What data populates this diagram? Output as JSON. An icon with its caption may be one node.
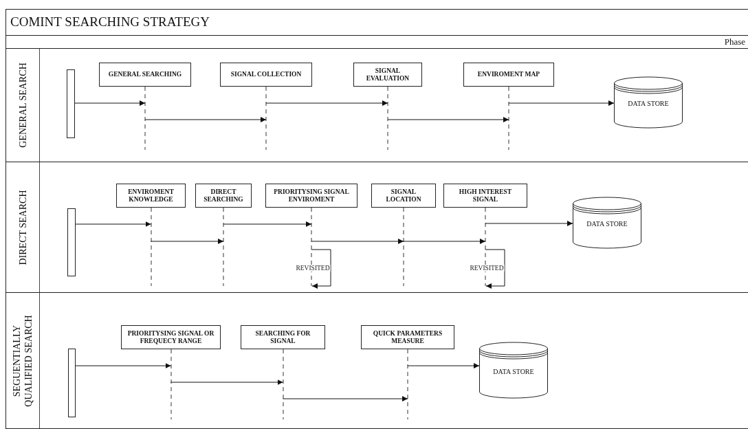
{
  "diagram": {
    "title": "COMINT SEARCHING STRATEGY",
    "nodes": [
      {
        "text": [
          "GENERAL SEARCH"
        ]
      },
      {
        "text": [],
        "shape": "bar",
        "in": 0
      },
      {
        "text": [
          "GENERAL SEARCHING"
        ],
        "in": 0
      },
      {
        "text": [
          "SIGNAL COLLECTION"
        ],
        "in": 0
      },
      {
        "text": [
          "SIGNAL EVALUATION"
        ],
        "in": 0
      },
      {
        "text": [
          "ENVIROMENT MAP"
        ],
        "in": 0
      },
      {
        "text": [
          "DATA STORE"
        ],
        "in": 0
      },
      {
        "text": [
          "DIRECT SEARCH"
        ]
      },
      {
        "text": [],
        "shape": "bar",
        "in": 7
      },
      {
        "text": [
          "ENVIROMENT KNOWLEDGE"
        ],
        "in": 7
      },
      {
        "text": [
          "DIRECT SEARCHING"
        ],
        "in": 7
      },
      {
        "text": [
          "PRIORITYSING SIGNAL ENVIROMENT"
        ],
        "in": 7
      },
      {
        "text": [
          "SIGNAL LOCATION"
        ],
        "in": 7
      },
      {
        "text": [
          "HIGH INTEREST SIGNAL"
        ],
        "in": 7
      },
      {
        "text": [
          "DATA STORE"
        ],
        "in": 7
      },
      {
        "text": [
          "SEGUENTIALLY QUALIFIED SEARCH"
        ]
      },
      {
        "text": [],
        "shape": "bar",
        "in": 15
      },
      {
        "text": [
          "PRIORITYSING SIGNAL OR FREQUECY RANGE"
        ],
        "in": 15
      },
      {
        "text": [
          "SEARCHING FOR SIGNAL"
        ],
        "in": 15
      },
      {
        "text": [
          "QUICK PARAMETERS MEASURE"
        ],
        "in": 15
      },
      {
        "text": [
          "DATA STORE"
        ],
        "in": 15
      }
    ],
    "edges": [
      {
        "from": 1,
        "to": 2,
        "arrow": "to"
      },
      {
        "from": 2,
        "to": 3,
        "arrow": "to"
      },
      {
        "from": 3,
        "to": 4,
        "arrow": "to"
      },
      {
        "from": 4,
        "to": 5,
        "arrow": "to"
      },
      {
        "from": 5,
        "to": 6,
        "arrow": "to"
      },
      {
        "from": 8,
        "to": 9,
        "arrow": "to"
      },
      {
        "from": 9,
        "to": 10,
        "arrow": "to"
      },
      {
        "from": 10,
        "to": 11,
        "arrow": "to"
      },
      {
        "from": 11,
        "to": 12,
        "arrow": "to"
      },
      {
        "from": 12,
        "to": 13,
        "arrow": "to"
      },
      {
        "from": 13,
        "to": 14,
        "arrow": "to"
      },
      {
        "from": 11,
        "to": 11,
        "arrow": "to",
        "label": "REVISITED"
      },
      {
        "from": 13,
        "to": 13,
        "arrow": "to",
        "label": "REVISITED"
      },
      {
        "from": 16,
        "to": 17,
        "arrow": "to"
      },
      {
        "from": 17,
        "to": 18,
        "arrow": "to"
      },
      {
        "from": 18,
        "to": 19,
        "arrow": "to"
      },
      {
        "from": 19,
        "to": 20,
        "arrow": "to"
      }
    ],
    "labels": [
      "Phase"
    ]
  }
}
